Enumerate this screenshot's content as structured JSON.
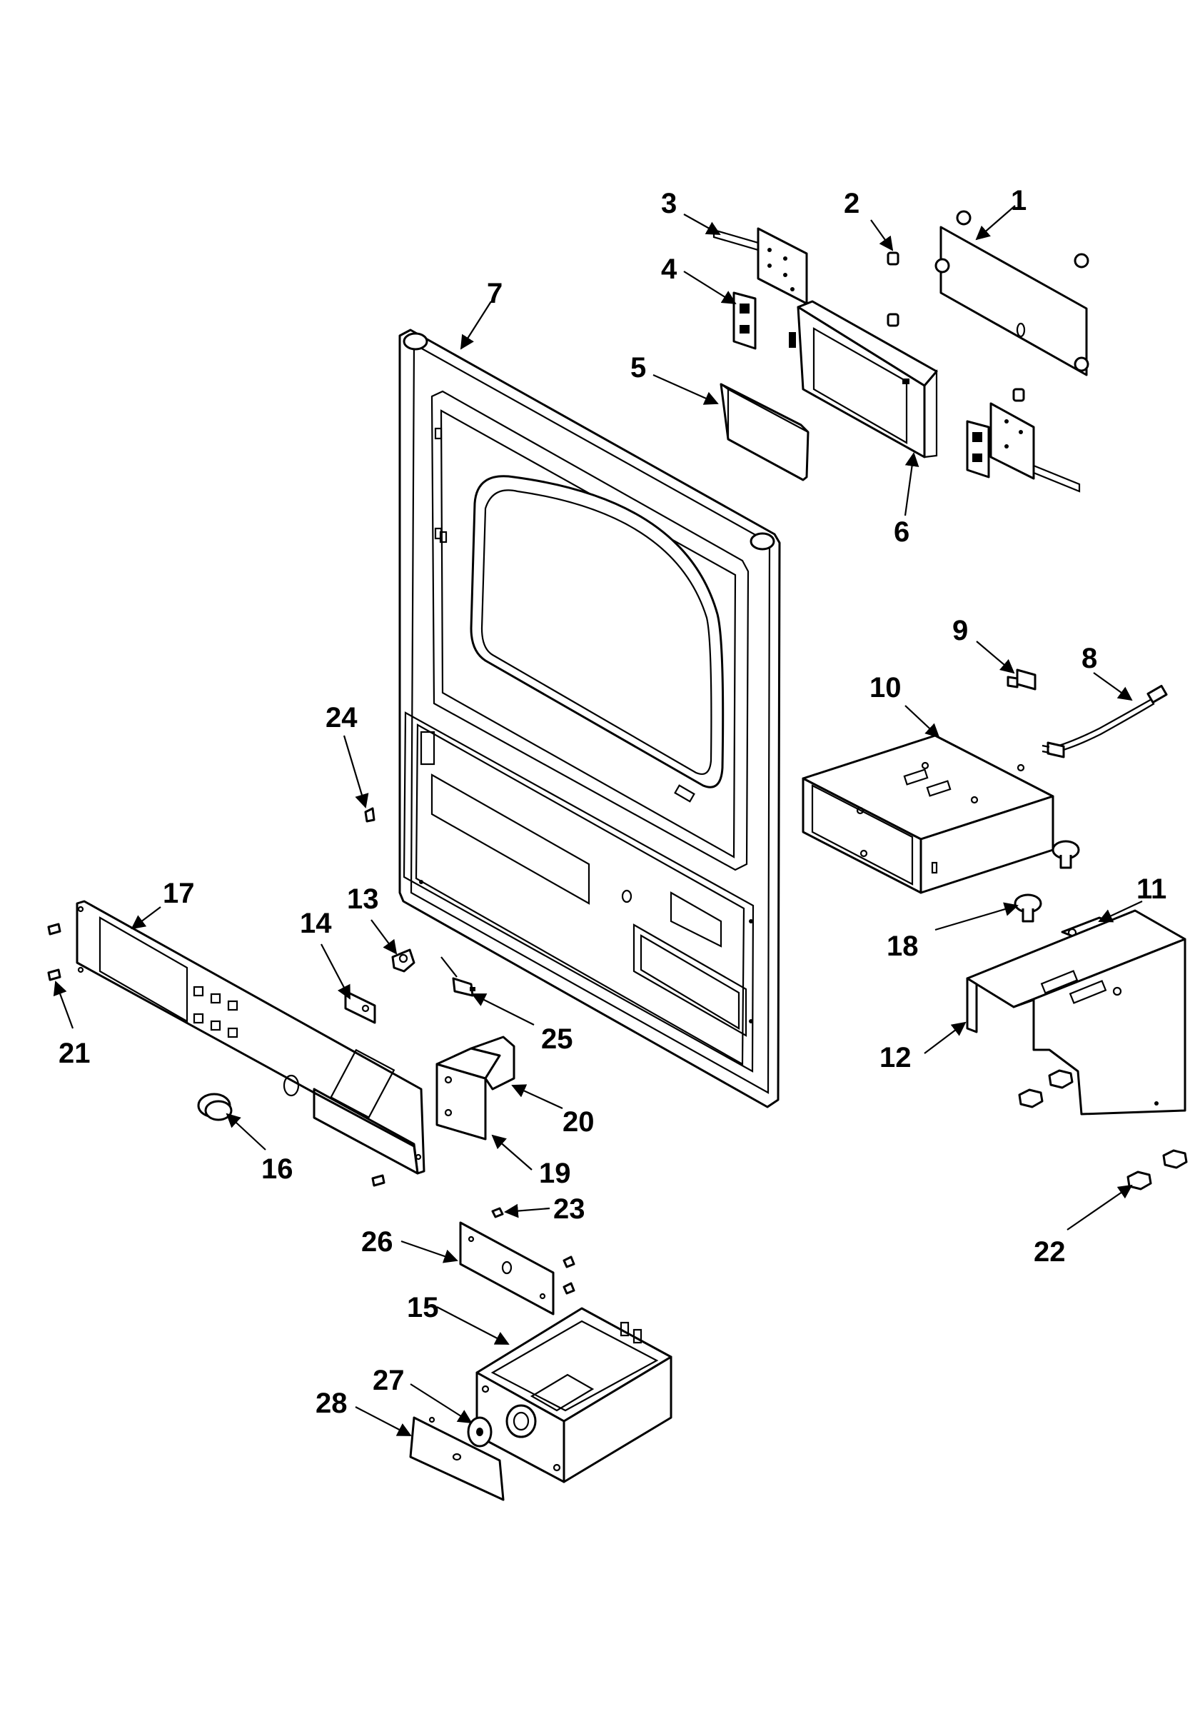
{
  "diagram": {
    "callouts": {
      "c1": "1",
      "c2": "2",
      "c3": "3",
      "c4": "4",
      "c5": "5",
      "c6": "6",
      "c7": "7",
      "c8": "8",
      "c9": "9",
      "c10": "10",
      "c11": "11",
      "c12": "12",
      "c13": "13",
      "c14": "14",
      "c15": "15",
      "c16": "16",
      "c17": "17",
      "c18": "18",
      "c19": "19",
      "c20": "20",
      "c21": "21",
      "c22": "22",
      "c23": "23",
      "c24": "24",
      "c25": "25",
      "c26": "26",
      "c27": "27",
      "c28": "28"
    }
  }
}
